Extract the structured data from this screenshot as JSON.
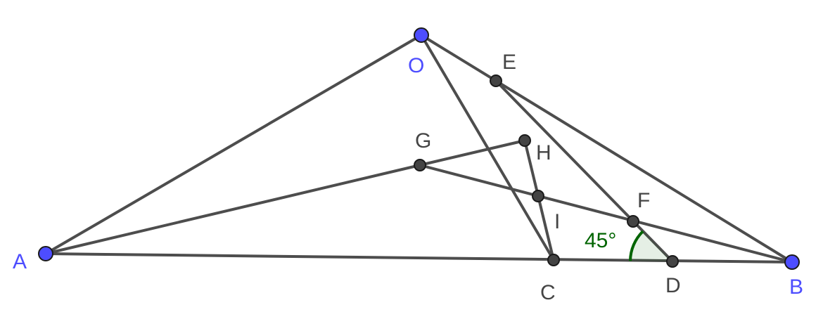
{
  "points": [
    {
      "id": "A",
      "label": "A",
      "kind": "free"
    },
    {
      "id": "O",
      "label": "O",
      "kind": "free"
    },
    {
      "id": "B",
      "label": "B",
      "kind": "free"
    },
    {
      "id": "C",
      "label": "C",
      "kind": "dependent"
    },
    {
      "id": "D",
      "label": "D",
      "kind": "dependent"
    },
    {
      "id": "E",
      "label": "E",
      "kind": "dependent"
    },
    {
      "id": "F",
      "label": "F",
      "kind": "dependent"
    },
    {
      "id": "G",
      "label": "G",
      "kind": "dependent"
    },
    {
      "id": "H",
      "label": "H",
      "kind": "dependent"
    },
    {
      "id": "I",
      "label": "I",
      "kind": "dependent"
    }
  ],
  "segments": [
    [
      "A",
      "O"
    ],
    [
      "O",
      "B"
    ],
    [
      "A",
      "B"
    ],
    [
      "O",
      "C"
    ],
    [
      "E",
      "D"
    ],
    [
      "A",
      "G"
    ],
    [
      "G",
      "H"
    ],
    [
      "G",
      "B"
    ],
    [
      "H",
      "C"
    ]
  ],
  "angle_mark": {
    "vertex": "D",
    "label": "45°"
  },
  "colors": {
    "segment": "#4d4d4d",
    "free_point": "#4d4dff",
    "dependent_point": "#444444",
    "angle": "#006400"
  }
}
